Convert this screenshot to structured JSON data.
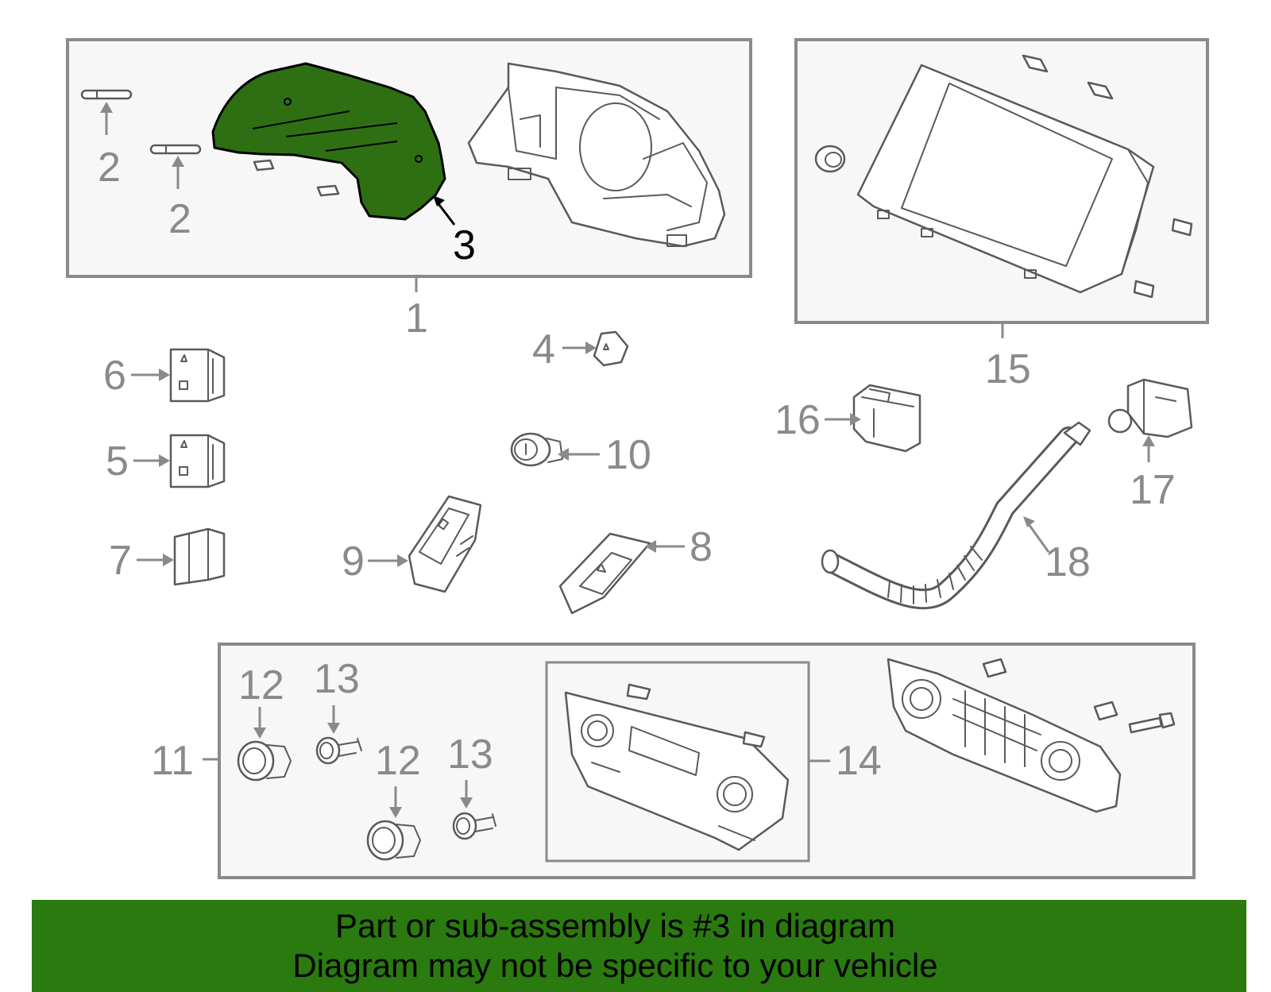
{
  "callouts": {
    "c1": "1",
    "c2a": "2",
    "c2b": "2",
    "c3": "3",
    "c4": "4",
    "c5": "5",
    "c6": "6",
    "c7": "7",
    "c8": "8",
    "c9": "9",
    "c10": "10",
    "c11": "11",
    "c12a": "12",
    "c12b": "12",
    "c13a": "13",
    "c13b": "13",
    "c14": "14",
    "c15": "15",
    "c16": "16",
    "c17": "17",
    "c18": "18"
  },
  "highlighted_part": "3",
  "colors": {
    "highlight": "#2f6f14",
    "banner": "#2a7a0f",
    "line_art": "#8a8a8a"
  },
  "banner": {
    "line1": "Part or sub-assembly is #3 in diagram",
    "line2": "Diagram may not be specific to your vehicle"
  }
}
